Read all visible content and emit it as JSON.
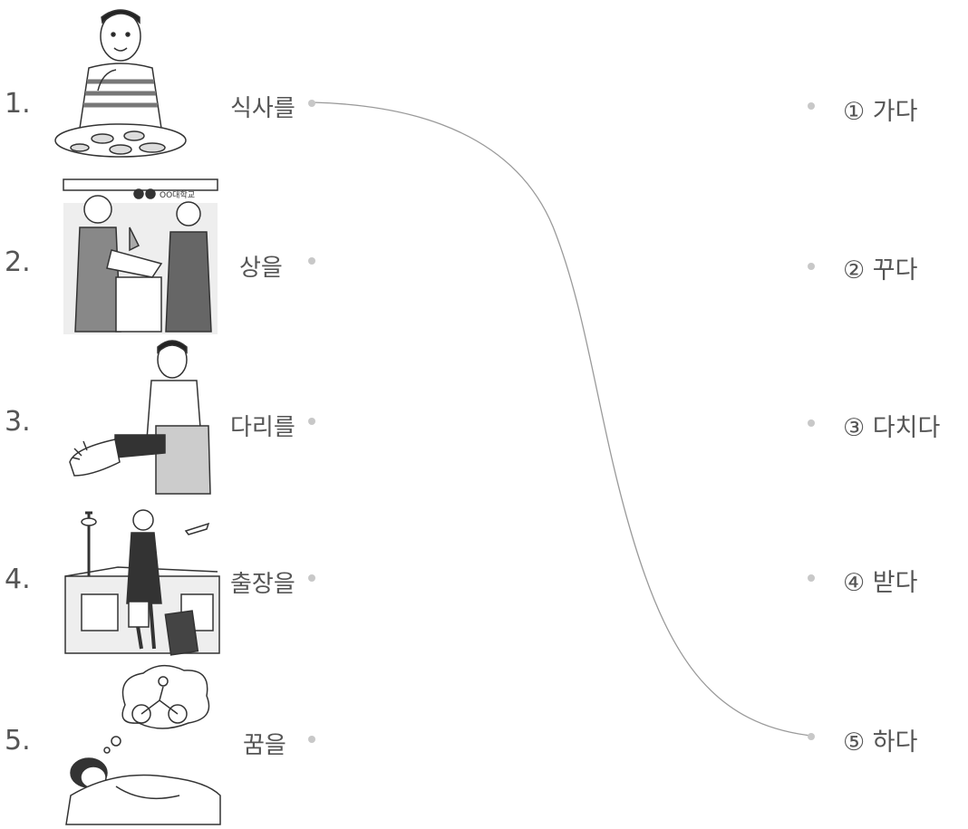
{
  "items": [
    {
      "number": "1.",
      "word": "식사를",
      "picture": "man-eating-meal-illustration"
    },
    {
      "number": "2.",
      "word": "상을",
      "picture": "award-ceremony-illustration"
    },
    {
      "number": "3.",
      "word": "다리를",
      "picture": "man-with-leg-cast-illustration"
    },
    {
      "number": "4.",
      "word": "출장을",
      "picture": "business-trip-airport-illustration"
    },
    {
      "number": "5.",
      "word": "꿈을",
      "picture": "woman-dreaming-illustration"
    }
  ],
  "choices": [
    {
      "label": "① 가다"
    },
    {
      "label": "② 꾸다"
    },
    {
      "label": "③ 다치다"
    },
    {
      "label": "④ 받다"
    },
    {
      "label": "⑤ 하다"
    }
  ],
  "picture_caption_text": "OO대학교",
  "connections": [
    {
      "from_item": "식사를",
      "to_choice": "⑤ 하다"
    }
  ],
  "colors": {
    "text": "#555555",
    "dot": "#c8c8c8",
    "line": "#999999",
    "sketch": "#333333"
  }
}
